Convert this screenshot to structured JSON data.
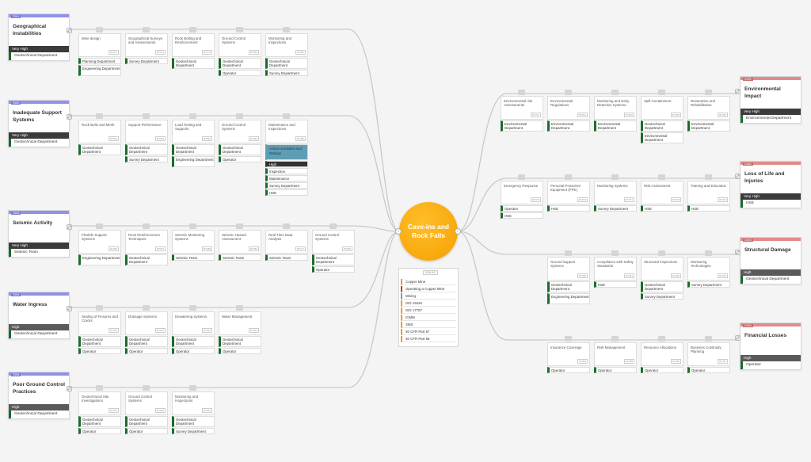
{
  "central": {
    "title": "Cave-ins and Rock Falls"
  },
  "context": {
    "code": "SRHJ02",
    "items": [
      "Copper Mine",
      "Operating a Copper Mine",
      "Mining",
      "ISO 19426",
      "ISO 17757",
      "ICMM",
      "SMS",
      "30 CFR Part 57",
      "30 CFR Part 56"
    ]
  },
  "causes": [
    {
      "code": "T001",
      "title": "Geographical Instabilities",
      "severity": "Very High",
      "department": "Geotechnical Department",
      "controls": [
        {
          "title": "Mine design",
          "code": "BT071",
          "tags": [
            "Planning Department",
            "Engineering Department"
          ]
        },
        {
          "title": "Geographical Surveys and Assessments",
          "code": "BT072",
          "tags": [
            "Survey Department"
          ]
        },
        {
          "title": "Rock Bolting and Reinforcement",
          "code": "BT073",
          "tags": [
            "Geotechnical Department"
          ]
        },
        {
          "title": "Ground Control Systems",
          "code": "BT080",
          "tags": [
            "Geotechnical Department",
            "Operator"
          ]
        },
        {
          "title": "Monitoring and Inspections",
          "code": "BT081",
          "tags": [
            "Geotechnical Department",
            "Survey Department"
          ]
        }
      ]
    },
    {
      "code": "T002",
      "title": "Inadequate Support Systems",
      "severity": "Very High",
      "department": "Geotechnical Department",
      "controls": [
        {
          "title": "Rock Bolts and Mesh",
          "code": "BT082",
          "tags": [
            "Geotechnical Department"
          ]
        },
        {
          "title": "Support Performance",
          "code": "BT083",
          "tags": [
            "Geotechnical Department",
            "Survey Department"
          ]
        },
        {
          "title": "Load Testing and Supports",
          "code": "BT084",
          "tags": [
            "Geotechnical Department",
            "Engineering Department"
          ]
        },
        {
          "title": "Ground Control Systems",
          "code": "BT080",
          "tags": [
            "Geotechnical Department",
            "Operator"
          ]
        },
        {
          "title": "Maintenance and Inspections",
          "code": "BT085",
          "tags": [
            "Active Hardware and Ratings",
            "High",
            "Inspection",
            "Maintenance",
            "Survey Department",
            "HSE"
          ]
        }
      ]
    },
    {
      "code": "T003",
      "title": "Seismic Activity",
      "severity": "Very High",
      "department": "Seismic Team",
      "controls": [
        {
          "title": "Flexible Support Systems",
          "code": "BT086",
          "tags": [
            "Engineering Department"
          ]
        },
        {
          "title": "Rock Reinforcement Techniques",
          "code": "BT087",
          "tags": [
            "Geotechnical Department"
          ]
        },
        {
          "title": "Seismic Monitoring Systems",
          "code": "BT088",
          "tags": [
            "Seismic Team"
          ]
        },
        {
          "title": "Seismic Hazard Assessment",
          "code": "BT089",
          "tags": [
            "Seismic Team"
          ]
        },
        {
          "title": "Real Time Data Analysis",
          "code": "BT077",
          "tags": [
            "Seismic Team"
          ]
        },
        {
          "title": "Ground Control Systems",
          "code": "BT080",
          "tags": [
            "Geotechnical Department",
            "Operator"
          ]
        }
      ]
    },
    {
      "code": "T004",
      "title": "Water Ingress",
      "severity": "High",
      "department": "Geotechnical Department",
      "controls": [
        {
          "title": "Sealing of Fissures and Cracks",
          "code": "BT090",
          "tags": [
            "Geotechnical Department",
            "Operator"
          ]
        },
        {
          "title": "Drainage Systems",
          "code": "BT091",
          "tags": [
            "Geotechnical Department",
            "Operator"
          ]
        },
        {
          "title": "Dewatering Systems",
          "code": "BT092",
          "tags": [
            "Geotechnical Department",
            "Operator"
          ]
        },
        {
          "title": "Water Management",
          "code": "BT093",
          "tags": [
            "Geotechnical Department",
            "Operator"
          ]
        }
      ]
    },
    {
      "code": "T005",
      "title": "Poor Ground Control Practices",
      "severity": "High",
      "department": "Geotechnical Department",
      "controls": [
        {
          "title": "Geotechnical Site Investigations",
          "code": "BT094",
          "tags": [
            "Geotechnical Department",
            "Operator"
          ]
        },
        {
          "title": "Ground Control Systems",
          "code": "BT080",
          "tags": [
            "Geotechnical Department",
            "Operator"
          ]
        },
        {
          "title": "Monitoring and Inspections",
          "code": "BT081",
          "tags": [
            "Geotechnical Department",
            "Survey Department"
          ]
        }
      ]
    }
  ],
  "effects": [
    {
      "code": "C001",
      "title": "Environmental Impact",
      "severity": "Very High",
      "department": "Environmental Department",
      "controls": [
        {
          "title": "Environmental risk Assessments",
          "code": "BT072",
          "tags": [
            "Environmental Department"
          ]
        },
        {
          "title": "Environmental Regulations",
          "code": "BT091",
          "tags": [
            "Environmental Department"
          ]
        },
        {
          "title": "Monitoring and Early Detection Systems",
          "code": "BT092",
          "tags": [
            "Environmental Department"
          ]
        },
        {
          "title": "Spill Containment",
          "code": "BT093",
          "tags": [
            "Geotechnical Department",
            "Environmental Department"
          ]
        },
        {
          "title": "Restoration and Rehabilitation",
          "code": "BT094",
          "tags": [
            "Environmental Department"
          ]
        }
      ]
    },
    {
      "code": "C002",
      "title": "Loss of Life and Injuries",
      "severity": "Very High",
      "department": "HSE",
      "controls": [
        {
          "title": "Emergency Response",
          "code": "BT075",
          "tags": [
            "Operator",
            "HSE"
          ]
        },
        {
          "title": "Personal Protective Equipment (PPE)",
          "code": "BT076",
          "tags": [
            "HSE"
          ]
        },
        {
          "title": "Monitoring Systems",
          "code": "BT077",
          "tags": [
            "Survey Department"
          ]
        },
        {
          "title": "Risk Assessment",
          "code": "BT078",
          "tags": [
            "HSE"
          ]
        },
        {
          "title": "Training and Education",
          "code": "BT079",
          "tags": [
            "HSE"
          ]
        }
      ]
    },
    {
      "code": "C003",
      "title": "Structural Damage",
      "severity": "High",
      "department": "Geotechnical Department",
      "controls": [
        {
          "title": "Ground Support Systems",
          "code": "BT080",
          "tags": [
            "Geotechnical Department",
            "Engineering Department"
          ]
        },
        {
          "title": "Compliance with Safety Standards",
          "code": "BT081",
          "tags": [
            "HSE"
          ]
        },
        {
          "title": "Structural Inspections",
          "code": "BT082",
          "tags": [
            "Geotechnical Department",
            "Survey Department"
          ]
        },
        {
          "title": "Monitoring Technologies",
          "code": "BT083",
          "tags": [
            "Survey Department"
          ]
        }
      ]
    },
    {
      "code": "C004",
      "title": "Financial Losses",
      "severity": "High",
      "department": "Operator",
      "controls": [
        {
          "title": "Insurance Coverage",
          "code": "BT084",
          "tags": [
            "Operator"
          ]
        },
        {
          "title": "Risk Management",
          "code": "BT085",
          "tags": [
            "Operator"
          ]
        },
        {
          "title": "Resource Allocations",
          "code": "BT086",
          "tags": [
            "Operator"
          ]
        },
        {
          "title": "Business Continuity Planning",
          "code": "BT087",
          "tags": [
            "Operator"
          ]
        }
      ]
    }
  ]
}
